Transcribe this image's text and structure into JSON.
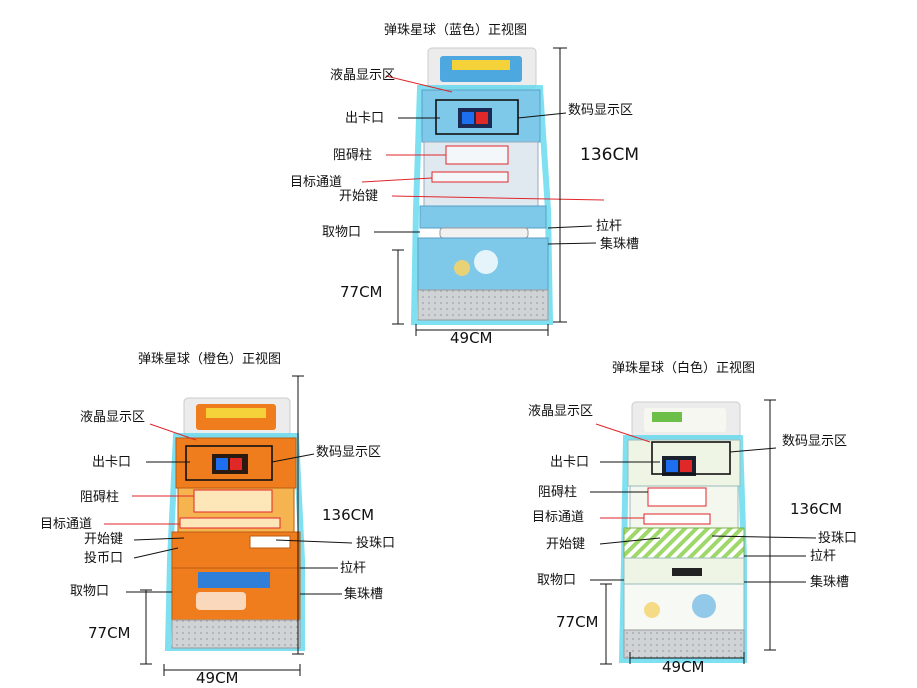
{
  "blue": {
    "title": "弹珠星球（蓝色）正视图",
    "lcd": "液晶显示区",
    "card_slot": "出卡口",
    "obstacle": "阻碍柱",
    "target_channel": "目标通道",
    "start_key": "开始键",
    "pickup": "取物口",
    "digital_display": "数码显示区",
    "height_total": "136CM",
    "pull_rod": "拉杆",
    "ball_tray": "集珠槽",
    "height_lower": "77CM",
    "width": "49CM"
  },
  "orange": {
    "title": "弹珠星球（橙色）正视图",
    "lcd": "液晶显示区",
    "card_slot": "出卡口",
    "obstacle": "阻碍柱",
    "target_channel": "目标通道",
    "start_key": "开始键",
    "coin_slot": "投币口",
    "pickup": "取物口",
    "digital_display": "数码显示区",
    "height_total": "136CM",
    "ball_slot": "投珠口",
    "pull_rod": "拉杆",
    "ball_tray": "集珠槽",
    "height_lower": "77CM",
    "width": "49CM"
  },
  "white": {
    "title": "弹珠星球（白色）正视图",
    "lcd": "液晶显示区",
    "card_slot": "出卡口",
    "obstacle": "阻碍柱",
    "target_channel": "目标通道",
    "start_key": "开始键",
    "pickup": "取物口",
    "digital_display": "数码显示区",
    "height_total": "136CM",
    "ball_slot": "投珠口",
    "pull_rod": "拉杆",
    "ball_tray": "集珠槽",
    "height_lower": "77CM",
    "width": "49CM"
  },
  "colors": {
    "blue_body": "#7ec9ea",
    "orange_body": "#ef7d1e",
    "white_body": "#eef5e4",
    "frame_glow": "#5fd8ee",
    "callout_red": "#e0262b"
  }
}
